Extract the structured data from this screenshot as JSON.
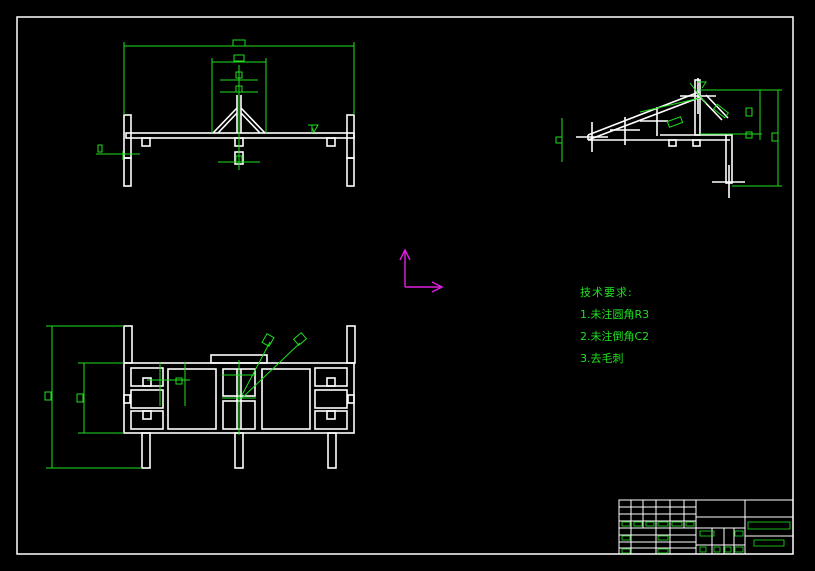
{
  "drawing": {
    "notes": {
      "title": "技术要求:",
      "items": [
        "1.未注圆角R3",
        "2.未注倒角C2",
        "3.去毛刺"
      ]
    },
    "colors": {
      "background": "#000000",
      "outline": "#ffffff",
      "dimension": "#1fe01f",
      "axis": "#e020e0"
    },
    "icons": [
      "ucs-axis-icon",
      "title-block"
    ]
  }
}
